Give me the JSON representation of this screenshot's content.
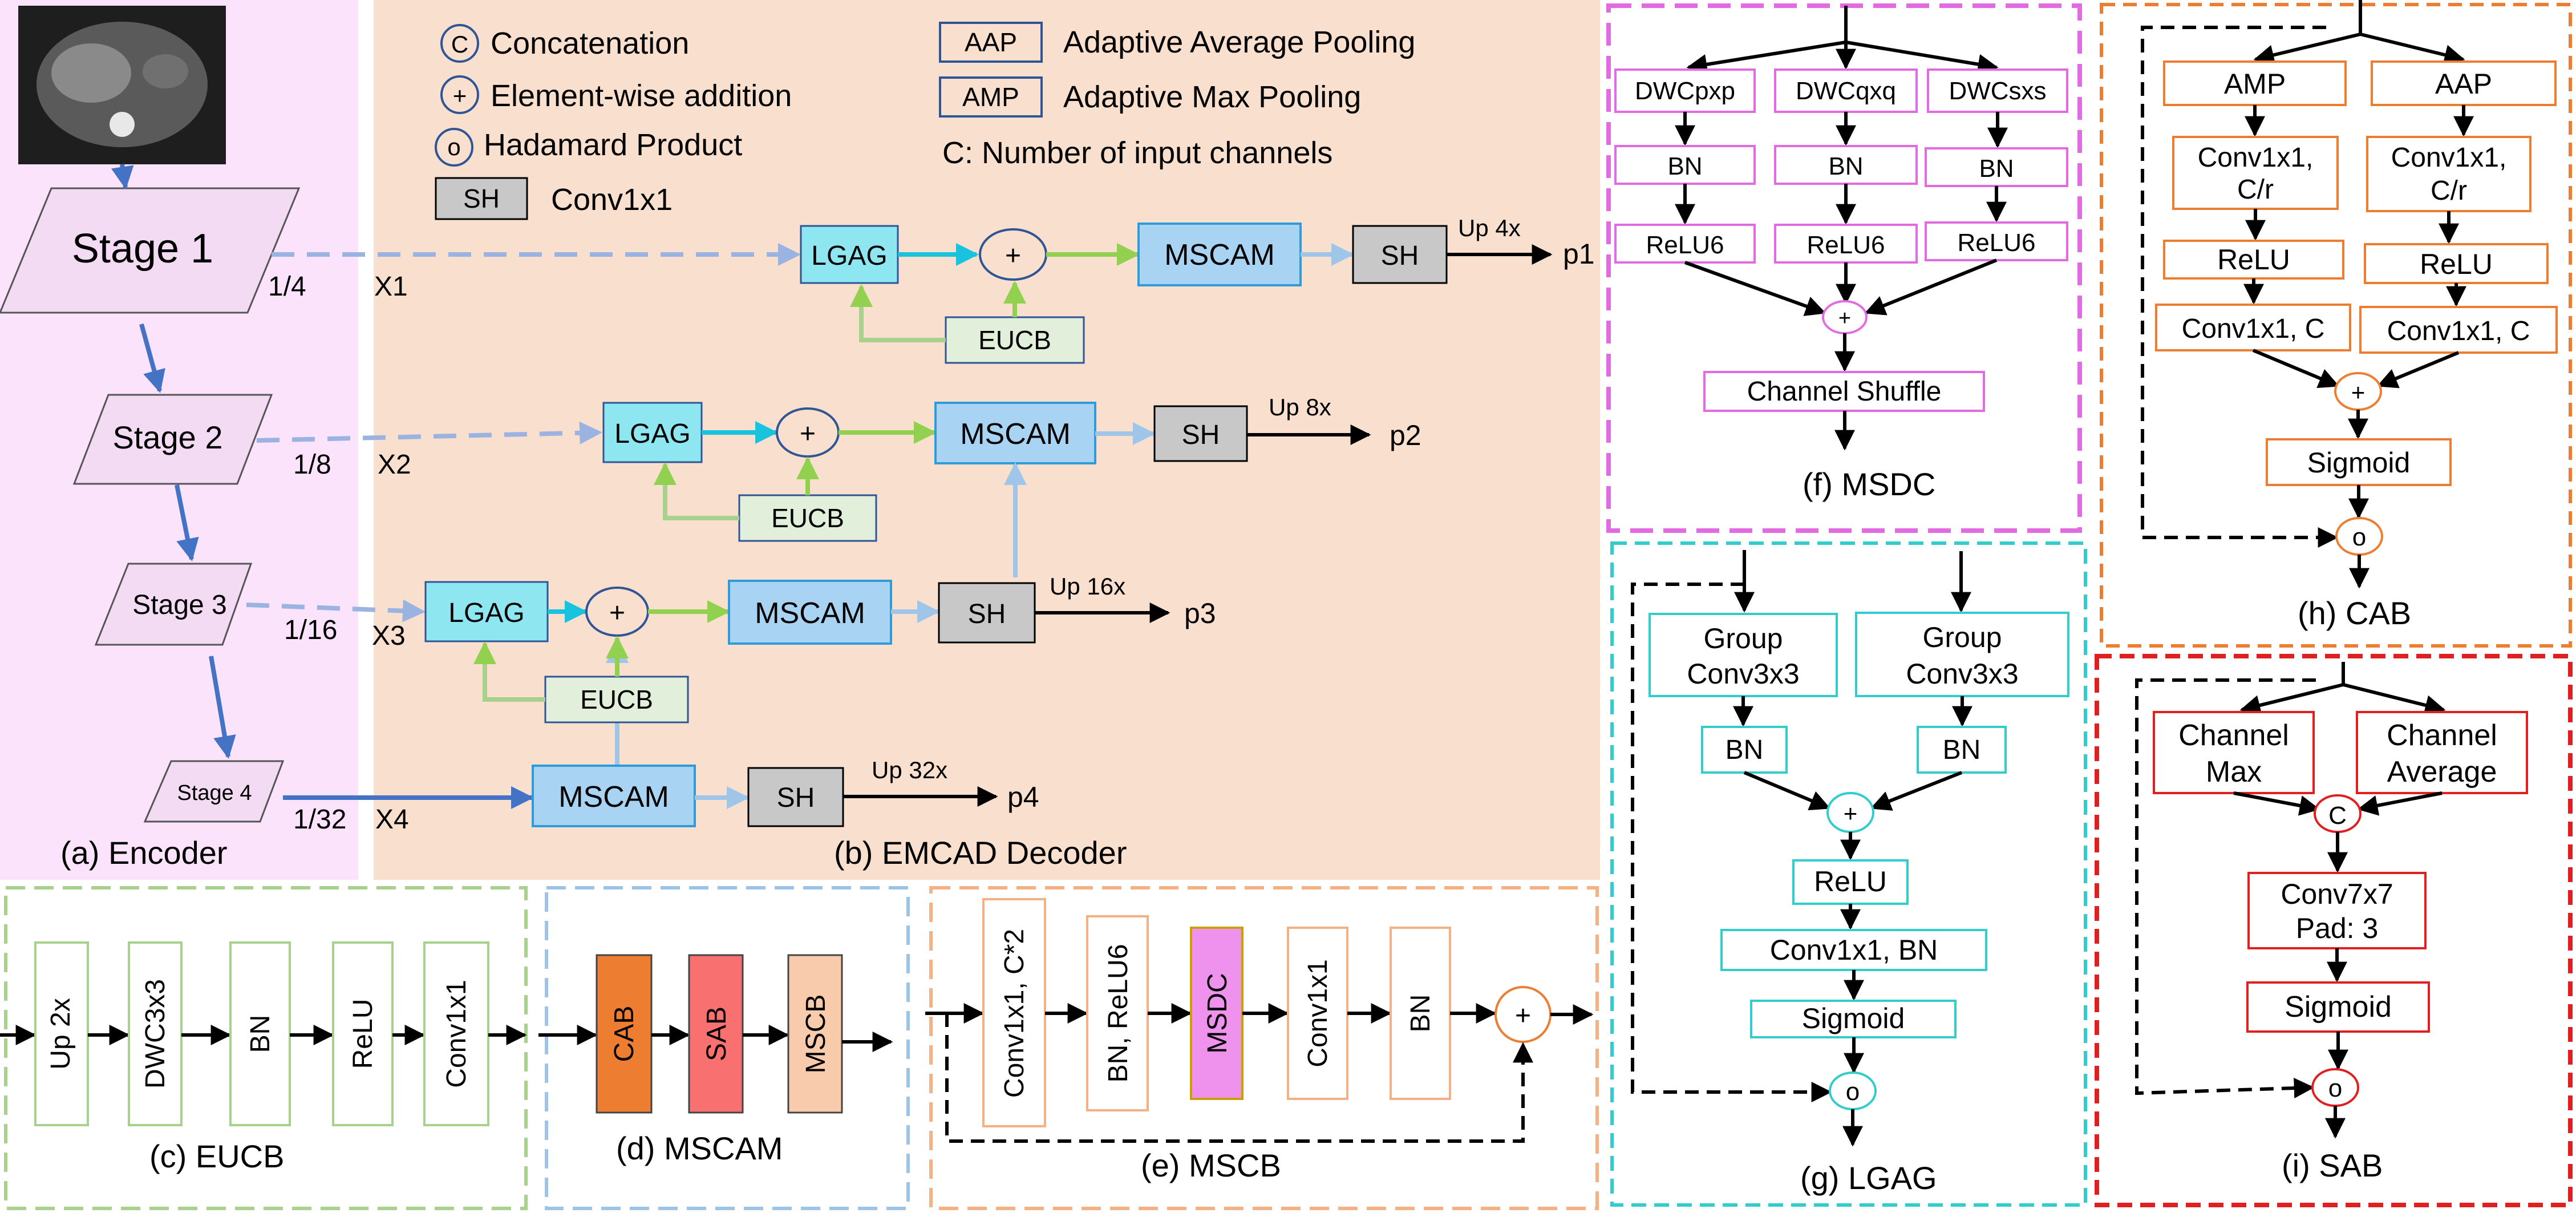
{
  "colors": {
    "encoder_bg": "#fbe3fb",
    "decoder_bg": "#f9dfcd",
    "lgag_fill": "#8ee6f0",
    "mscam_fill": "#a9d3f2",
    "sh_fill": "#c8c8c8",
    "eucb_fill": "#e2efda",
    "stage_fill": "#f3dcf3",
    "ct_image": "#1e1e1e",
    "edge_blue": "#4472c4",
    "edge_dashed_blue": "#9bb3e0",
    "edge_cyan": "#19c3dd",
    "edge_green": "#92d050",
    "edge_lightblue": "#9fc5e8",
    "cab_fill": "#ed7d31",
    "sab_fill": "#f87070",
    "mscb_fill": "#f8cbad",
    "msdc_fill": "#ee92ee",
    "eucb_border": "#a9d18e",
    "mscam_border": "#9dc3e6",
    "mscb_border": "#f4b183",
    "msdc_border": "#e26be2",
    "cab_border": "#ed7d31",
    "lgag_border": "#33cccc",
    "sab_border": "#e02020"
  },
  "legend": {
    "concat_symbol": "C",
    "concat": "Concatenation",
    "add_symbol": "+",
    "add": "Element-wise addition",
    "hadamard_symbol": "o",
    "hadamard": "Hadamard Product",
    "sh_symbol": "SH",
    "sh": "Conv1x1",
    "aap_symbol": "AAP",
    "aap": "Adaptive Average Pooling",
    "amp_symbol": "AMP",
    "amp": "Adaptive Max Pooling",
    "channels": "C: Number of input channels"
  },
  "encoder": {
    "caption": "(a) Encoder",
    "stage1": "Stage 1",
    "stage2": "Stage 2",
    "stage3": "Stage 3",
    "stage4": "Stage 4",
    "r1": "1/4",
    "x1": "X1",
    "r2": "1/8",
    "x2": "X2",
    "r3": "1/16",
    "x3": "X3",
    "r4": "1/32",
    "x4": "X4"
  },
  "decoder": {
    "caption": "(b) EMCAD Decoder",
    "lgag": "LGAG",
    "mscam": "MSCAM",
    "sh": "SH",
    "eucb": "EUCB",
    "plus": "+",
    "up1": "Up 4x",
    "p1": "p1",
    "up2": "Up 8x",
    "p2": "p2",
    "up3": "Up 16x",
    "p3": "p3",
    "up4": "Up 32x",
    "p4": "p4"
  },
  "eucb": {
    "caption": "(c) EUCB",
    "blocks": [
      "Up 2x",
      "DWC3x3",
      "BN",
      "ReLU",
      "Conv1x1"
    ]
  },
  "mscam": {
    "caption": "(d) MSCAM",
    "blocks": [
      "CAB",
      "SAB",
      "MSCB"
    ]
  },
  "mscb": {
    "caption": "(e) MSCB",
    "blocks": [
      "Conv1x1, C*2",
      "BN, ReLU6",
      "MSDC",
      "Conv1x1",
      "BN"
    ],
    "plus": "+"
  },
  "msdc": {
    "caption": "(f) MSDC",
    "dwc": [
      "DWCpxp",
      "DWCqxq",
      "DWCsxs"
    ],
    "bn": "BN",
    "relu6": "ReLU6",
    "plus": "+",
    "shuffle": "Channel Shuffle"
  },
  "lgag": {
    "caption": "(g) LGAG",
    "group_line1": "Group",
    "group_line2": "Conv3x3",
    "bn": "BN",
    "plus": "+",
    "relu": "ReLU",
    "conv": "Conv1x1, BN",
    "sigmoid": "Sigmoid",
    "hadamard": "o"
  },
  "cab": {
    "caption": "(h) CAB",
    "amp": "AMP",
    "aap": "AAP",
    "conv_line1": "Conv1x1,",
    "conv_line2": "C/r",
    "relu": "ReLU",
    "conv_c": "Conv1x1, C",
    "plus": "+",
    "sigmoid": "Sigmoid",
    "hadamard": "o"
  },
  "sab": {
    "caption": "(i) SAB",
    "max_line1": "Channel",
    "max_line2": "Max",
    "avg_line1": "Channel",
    "avg_line2": "Average",
    "concat": "C",
    "conv_line1": "Conv7x7",
    "conv_line2": "Pad: 3",
    "sigmoid": "Sigmoid",
    "hadamard": "o"
  }
}
